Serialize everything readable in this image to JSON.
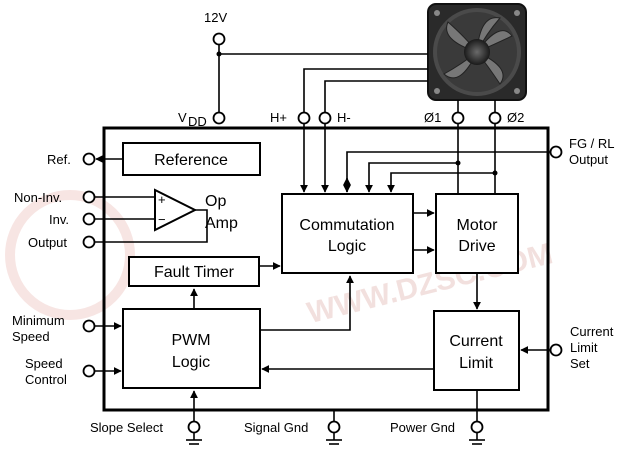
{
  "supply": {
    "label": "12V"
  },
  "pins_top": {
    "vdd": "V",
    "vdd_sub": "DD",
    "h_plus": "H+",
    "h_minus": "H-",
    "phi1": "Ø1",
    "phi2": "Ø2"
  },
  "pins_left": {
    "ref": "Ref.",
    "non_inv": "Non-Inv.",
    "inv": "Inv.",
    "output": "Output",
    "minimum_speed_1": "Minimum",
    "minimum_speed_2": "Speed",
    "speed_control_1": "Speed",
    "speed_control_2": "Control"
  },
  "pins_right": {
    "fg_rl_1": "FG / RL",
    "fg_rl_2": "Output",
    "current_limit_set_1": "Current",
    "current_limit_set_2": "Limit",
    "current_limit_set_3": "Set"
  },
  "pins_bottom": {
    "slope_select": "Slope Select",
    "signal_gnd": "Signal Gnd",
    "power_gnd": "Power Gnd"
  },
  "blocks": {
    "reference": "Reference",
    "op_amp_1": "Op",
    "op_amp_2": "Amp",
    "op_plus": "+",
    "op_minus": "−",
    "commutation_1": "Commutation",
    "commutation_2": "Logic",
    "motor_drive_1": "Motor",
    "motor_drive_2": "Drive",
    "fault_timer": "Fault Timer",
    "pwm_1": "PWM",
    "pwm_2": "Logic",
    "current_limit_1": "Current",
    "current_limit_2": "Limit"
  },
  "watermark": "WWW.DZSC.COM"
}
